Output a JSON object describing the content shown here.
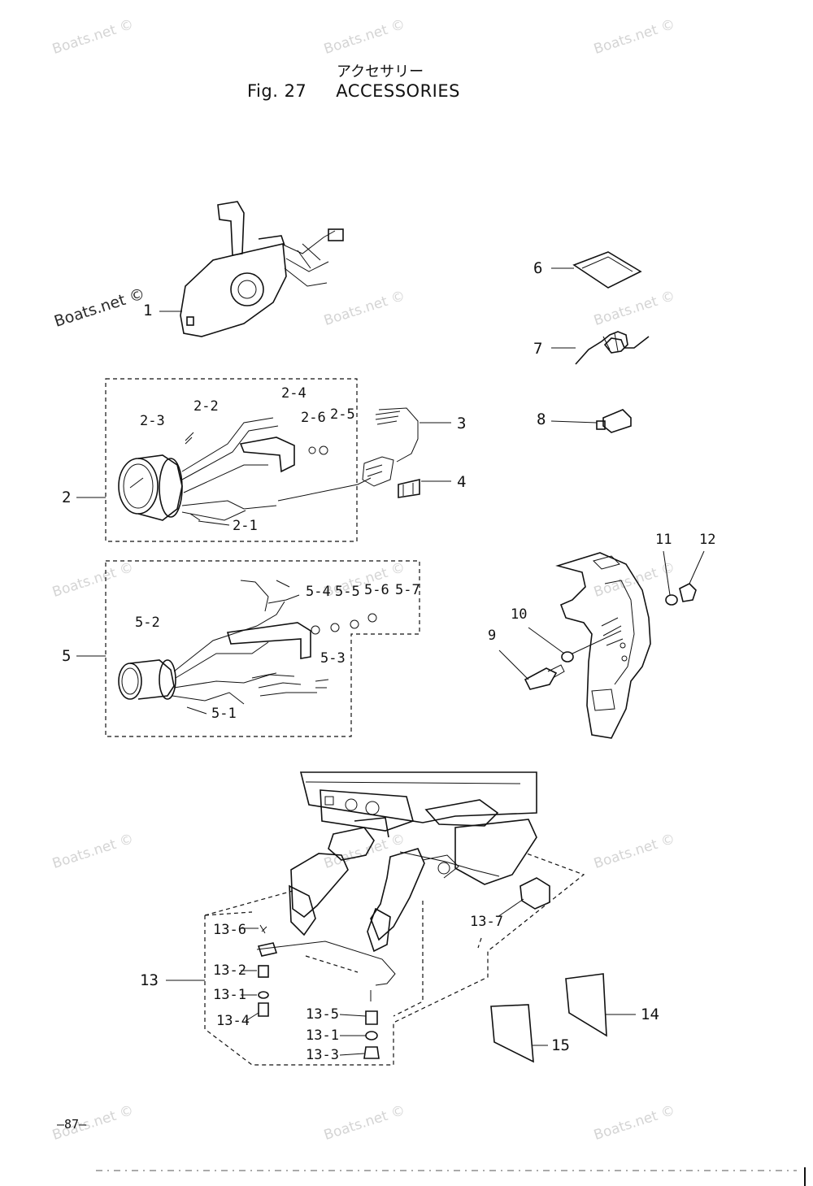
{
  "header": {
    "title_jp": "アクセサリー",
    "fig_label": "Fig. 27",
    "title_en": "ACCESSORIES"
  },
  "watermark": "Boats.net ©",
  "callouts": {
    "c1": "1",
    "c2": "2",
    "c2_1": "2-1",
    "c2_2": "2-2",
    "c2_3": "2-3",
    "c2_4": "2-4",
    "c2_5": "2-5",
    "c2_6": "2-6",
    "c3": "3",
    "c4": "4",
    "c5": "5",
    "c5_1": "5-1",
    "c5_2": "5-2",
    "c5_3": "5-3",
    "c5_4": "5-4",
    "c5_5": "5-5",
    "c5_6": "5-6",
    "c5_7": "5-7",
    "c6": "6",
    "c7": "7",
    "c8": "8",
    "c9": "9",
    "c10": "10",
    "c11": "11",
    "c12": "12",
    "c13": "13",
    "c13_1a": "13-1",
    "c13_1b": "13-1",
    "c13_2": "13-2",
    "c13_3": "13-3",
    "c13_4": "13-4",
    "c13_5": "13-5",
    "c13_6": "13-6",
    "c13_7": "13-7",
    "c14": "14",
    "c15": "15"
  },
  "footer": {
    "page_number": "—87—"
  }
}
